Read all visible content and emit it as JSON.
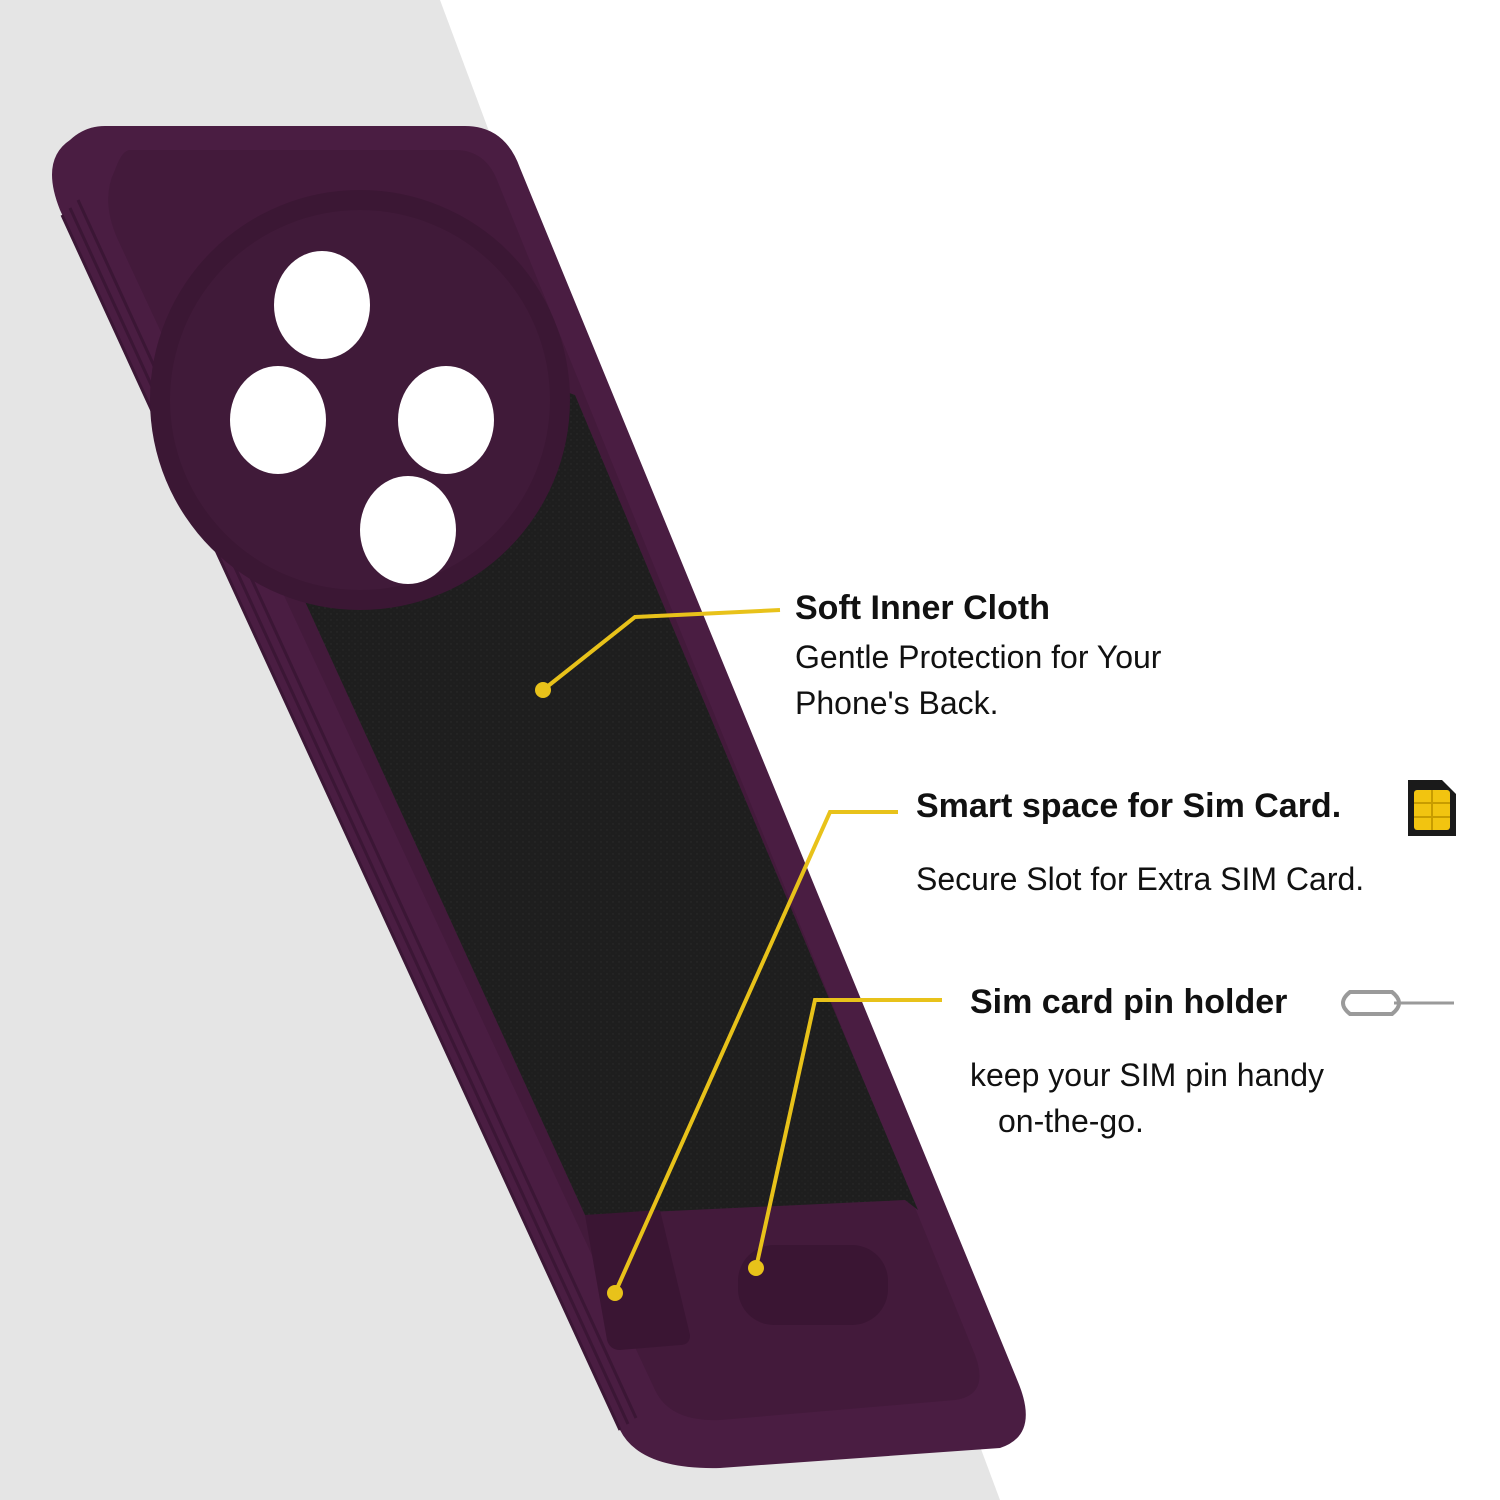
{
  "colors": {
    "background_light": "#ffffff",
    "background_gray": "#e5e5e5",
    "case_purple": "#4a1d42",
    "case_purple_dark": "#3a1633",
    "cloth_black": "#1c1c1c",
    "accent_yellow": "#e8c21a"
  },
  "callouts": {
    "soft_cloth": {
      "title": "Soft Inner Cloth",
      "desc_line1": "Gentle Protection for Your",
      "desc_line2": "Phone's Back."
    },
    "sim_space": {
      "title": "Smart space for Sim Card.",
      "icon": "sim-card-icon",
      "desc": "Secure Slot for Extra SIM Card."
    },
    "pin_holder": {
      "title": "Sim card pin holder",
      "icon": "sim-pin-icon",
      "desc_line1": "keep your SIM pin handy",
      "desc_line2": "on-the-go."
    }
  }
}
